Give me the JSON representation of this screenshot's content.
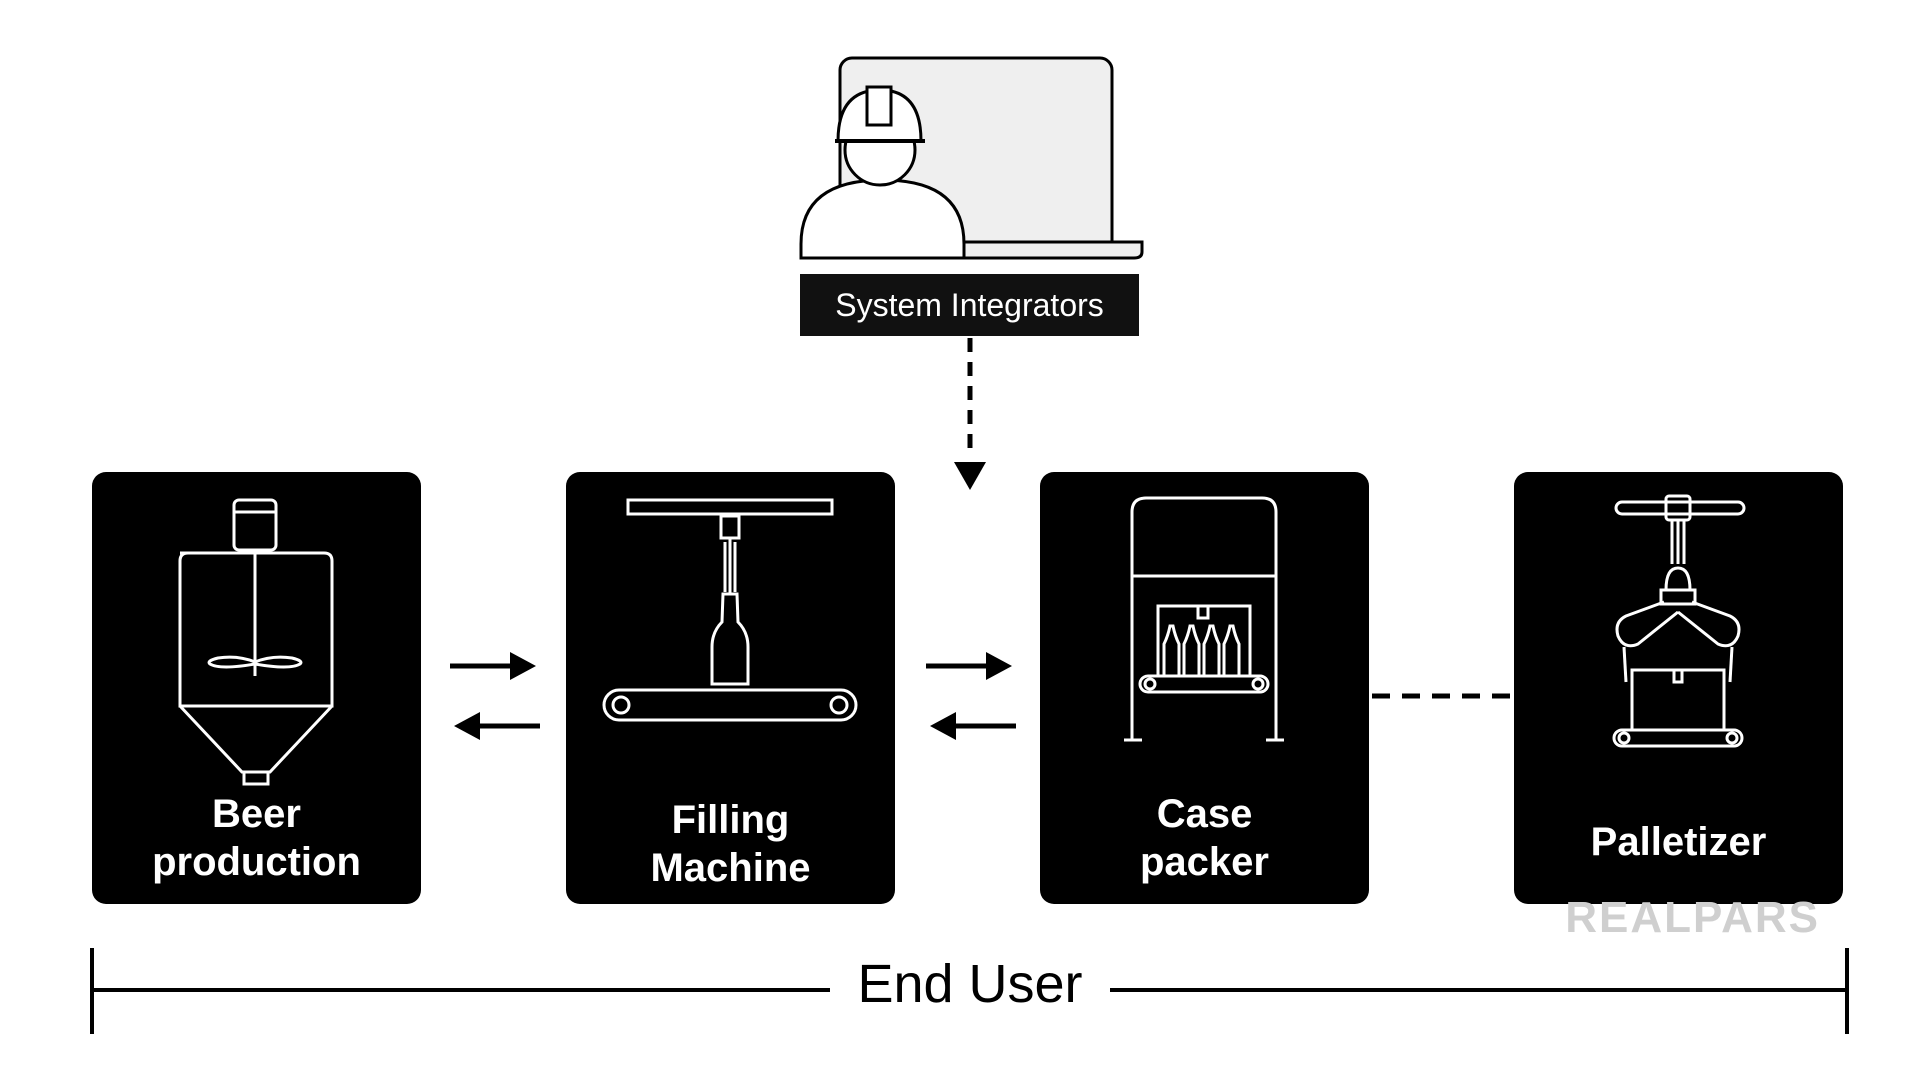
{
  "integrator": {
    "label": "System Integrators"
  },
  "stages": [
    {
      "id": "beer-production",
      "label_lines": [
        "Beer",
        "production"
      ]
    },
    {
      "id": "filling-machine",
      "label_lines": [
        "Filling",
        "Machine"
      ]
    },
    {
      "id": "case-packer",
      "label_lines": [
        "Case",
        "packer"
      ]
    },
    {
      "id": "palletizer",
      "label_lines": [
        "Palletizer"
      ]
    }
  ],
  "end_user": {
    "label": "End User"
  },
  "watermark": {
    "text": "REALPARS"
  },
  "colors": {
    "box": "#000000",
    "tag": "#111111",
    "screen": "#efefef",
    "watermark": "#cfcfcf"
  },
  "icons": [
    "engineer-icon",
    "laptop-icon",
    "mixing-tank-icon",
    "filling-machine-icon",
    "case-packer-icon",
    "palletizer-icon"
  ]
}
